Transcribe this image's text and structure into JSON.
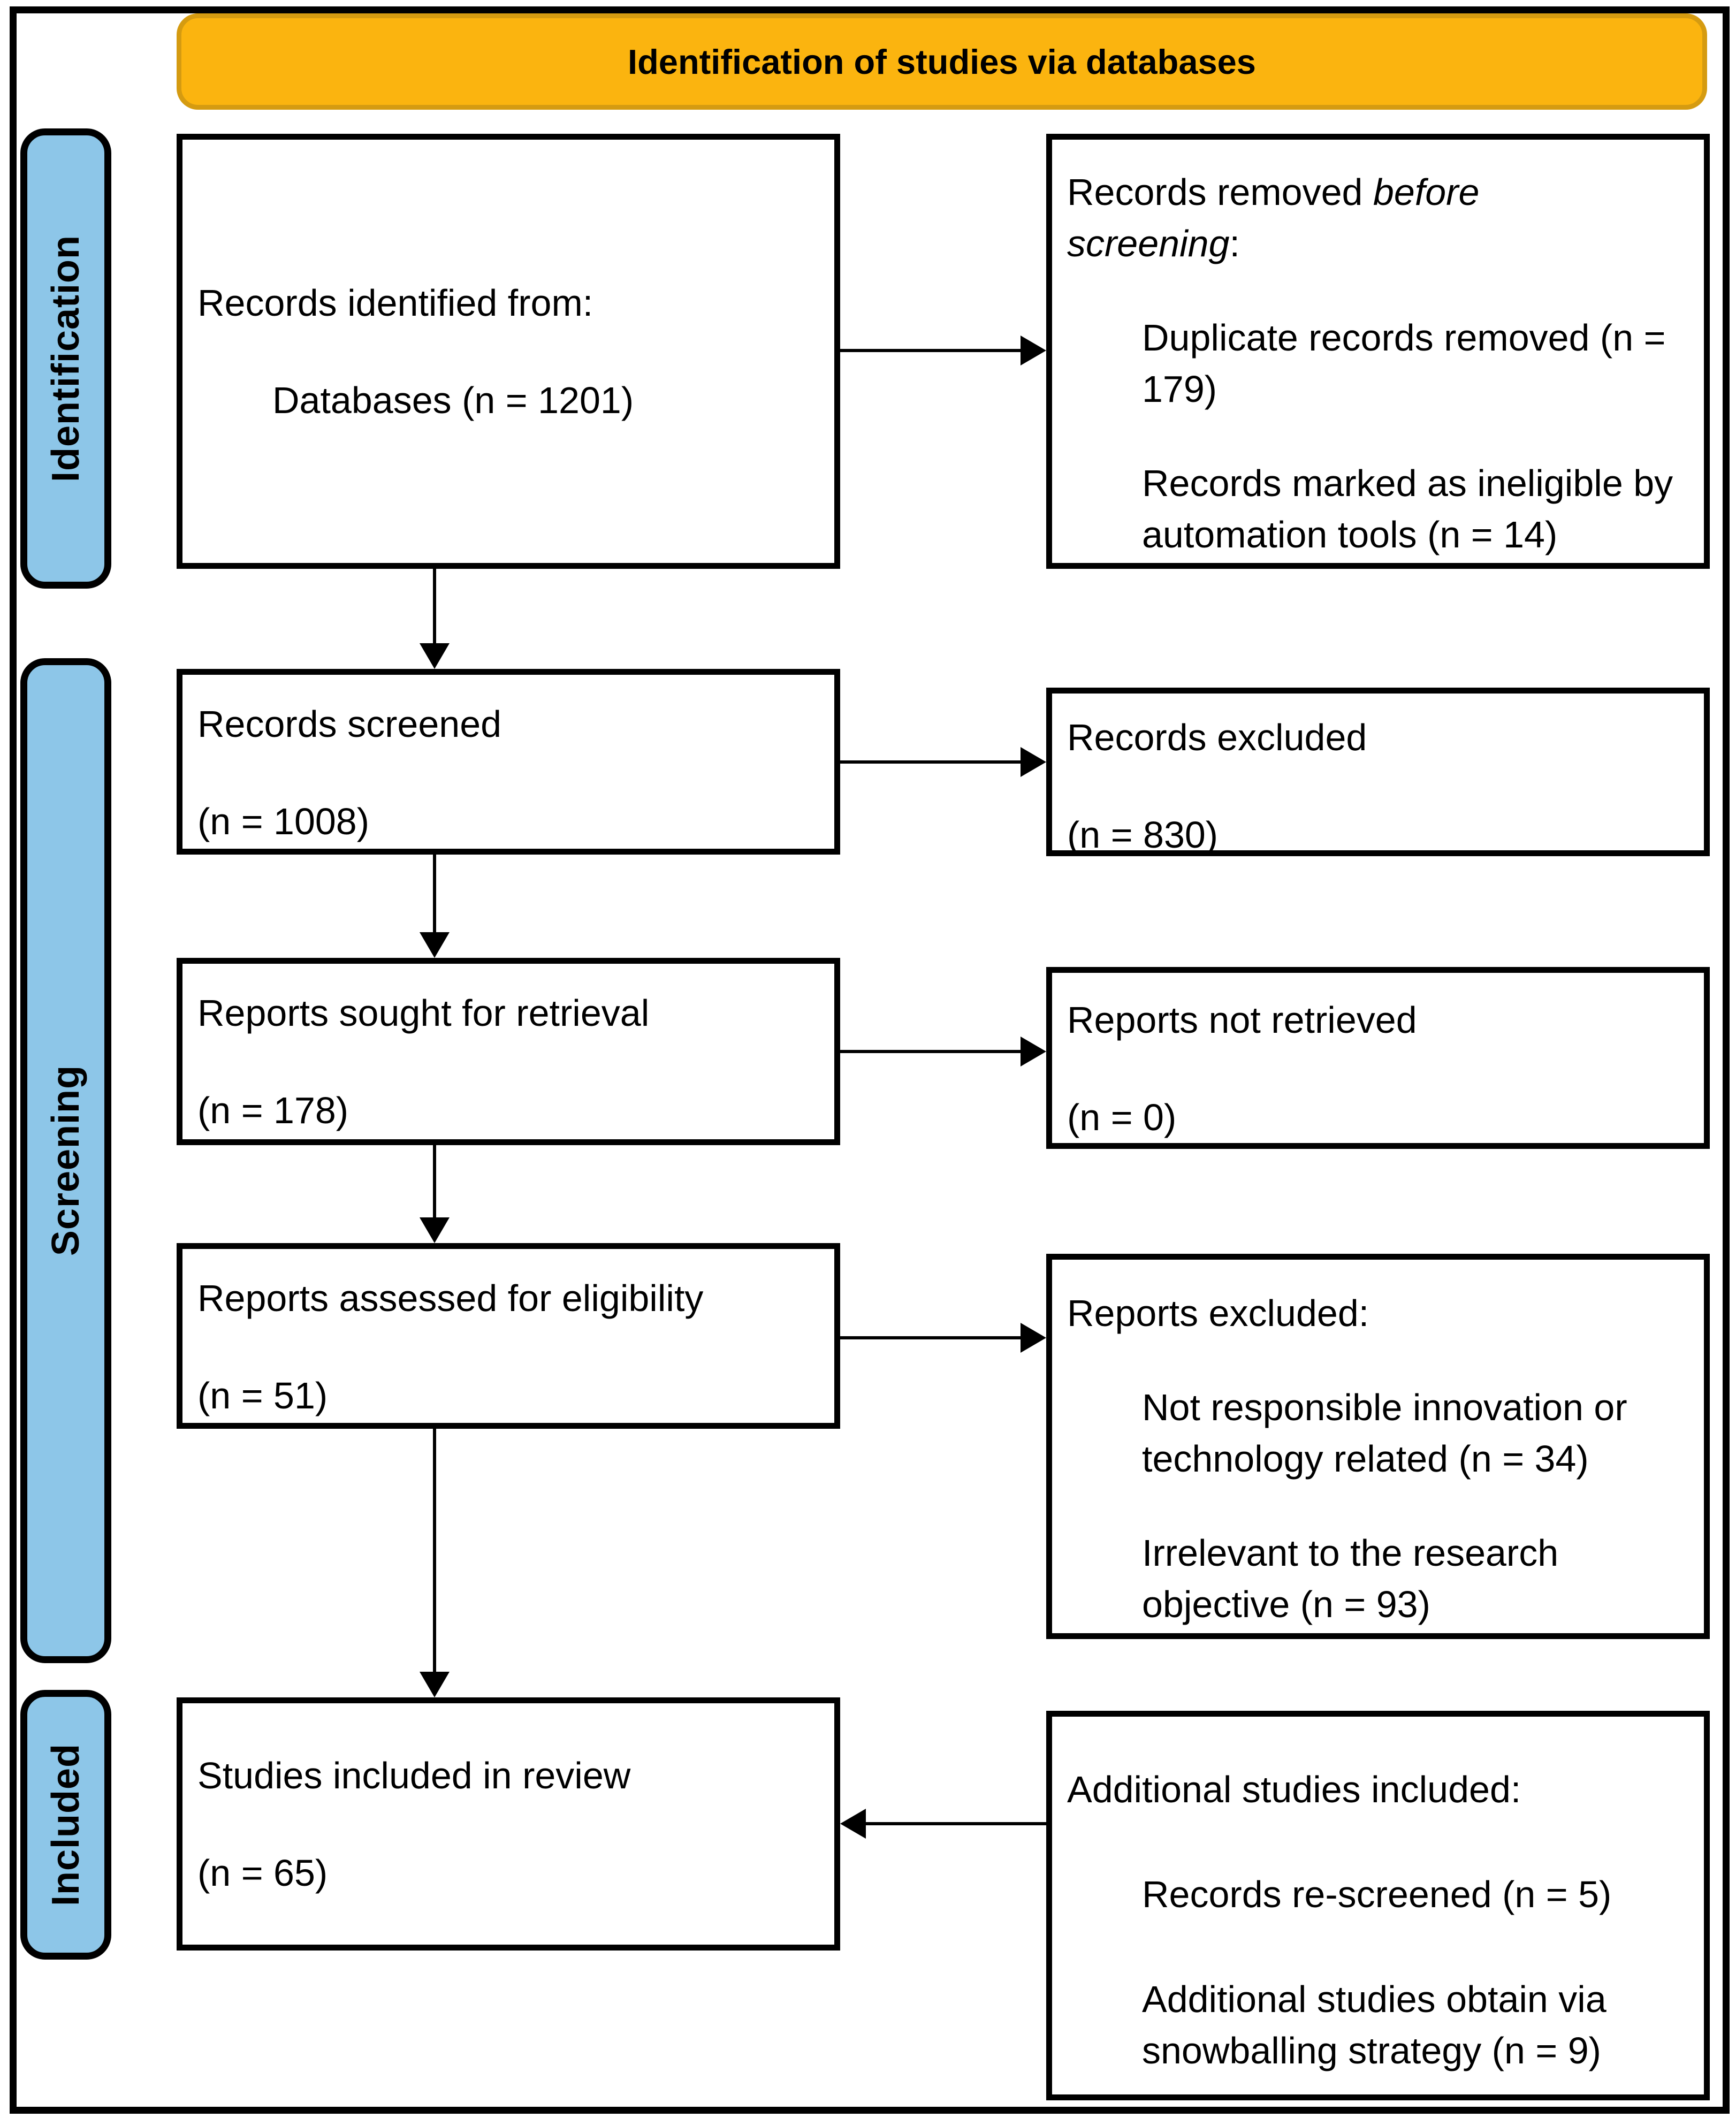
{
  "title": "Identification of studies via databases",
  "colors": {
    "banner_fill": "#FBB40F",
    "banner_border": "#D59B11",
    "stage_fill": "#8DC6E8",
    "line_color": "#000000"
  },
  "sidebar": {
    "identification": "Identification",
    "screening": "Screening",
    "included": "Included"
  },
  "boxes": {
    "identified": {
      "line1": "Records identified from:",
      "line2": "Databases (n = 1201)"
    },
    "removed": {
      "heading_prefix": "Records removed ",
      "heading_italic": "before screening",
      "heading_suffix": ":",
      "items": [
        "Duplicate records removed (n = 179)",
        "Records marked as ineligible by automation tools (n = 14)"
      ]
    },
    "screened": {
      "line1": "Records screened",
      "line2": "(n = 1008)"
    },
    "records_excluded": {
      "line1": "Records excluded",
      "line2": "(n = 830)"
    },
    "sought": {
      "line1": "Reports sought for retrieval",
      "line2": "(n = 178)"
    },
    "not_retrieved": {
      "line1": "Reports not retrieved",
      "line2": "(n = 0)"
    },
    "assessed": {
      "line1": "Reports assessed for eligibility",
      "line2": "(n = 51)"
    },
    "reports_excluded": {
      "heading": "Reports excluded:",
      "items": [
        "Not responsible innovation or technology related (n = 34)",
        "Irrelevant to the research objective (n = 93)"
      ]
    },
    "included_review": {
      "line1": "Studies included in review",
      "line2": "(n = 65)"
    },
    "additional": {
      "heading": "Additional studies included:",
      "items": [
        "Records re-screened (n = 5)",
        "Additional studies obtain via snowballing strategy (n = 9)"
      ]
    }
  }
}
